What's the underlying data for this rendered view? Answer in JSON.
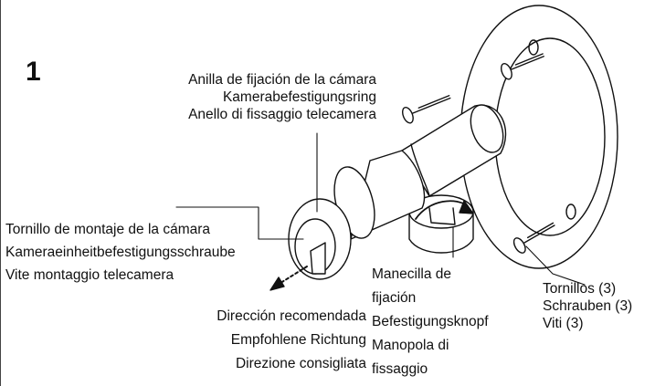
{
  "step_number": "1",
  "labels": {
    "ring": [
      "Anilla de fijación de la cámara",
      "Kamerabefestigungsring",
      "Anello di fissaggio telecamera"
    ],
    "screw": [
      "Tornillo de montaje de la cámara",
      "Kameraeinheitbefestigungsschraube",
      "Vite montaggio telecamera"
    ],
    "direction": [
      "Dirección recomendada",
      "Empfohlene Richtung",
      "Direzione consigliata"
    ],
    "knob": [
      "Manecilla de",
      "fijación",
      "Befestigungsknopf",
      "Manopola di",
      "fissaggio"
    ],
    "screws": [
      "Tornillos (3)",
      "Schrauben (3)",
      "Viti (3)"
    ]
  }
}
